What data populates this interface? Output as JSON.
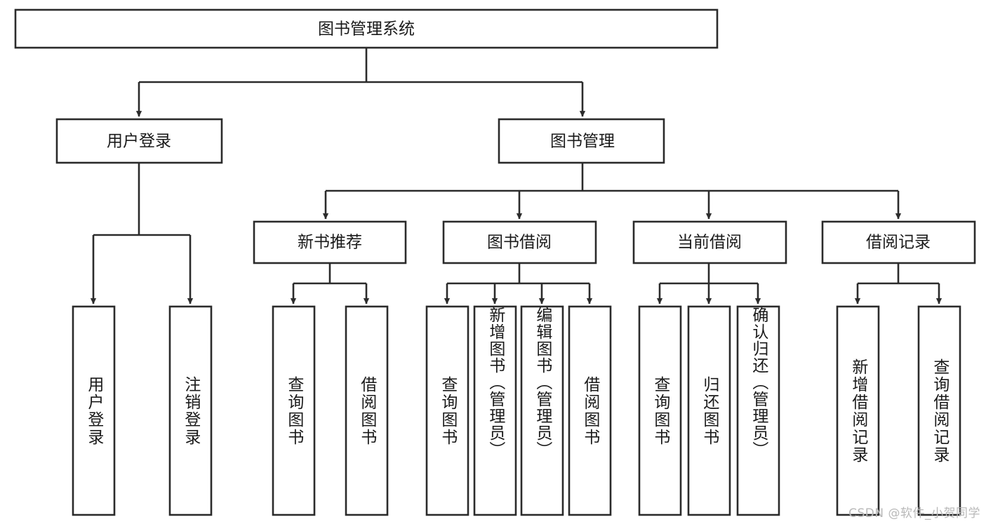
{
  "diagram": {
    "type": "tree",
    "title": "图书管理系统",
    "watermark": "CSDN @软件_小贺同学",
    "colors": {
      "box_fill": "#ffffff",
      "box_stroke": "#2b2b2b",
      "label": "#1a1a1a",
      "watermark": "#b9b9b9",
      "background": "#ffffff"
    },
    "nodes": {
      "root": {
        "label": "图书管理系统",
        "level": 0,
        "orientation": "horizontal"
      },
      "user_login": {
        "label": "用户登录",
        "level": 1,
        "orientation": "horizontal"
      },
      "book_manage": {
        "label": "图书管理",
        "level": 1,
        "orientation": "horizontal"
      },
      "new_book_rec": {
        "label": "新书推荐",
        "level": 2,
        "orientation": "horizontal"
      },
      "book_borrow": {
        "label": "图书借阅",
        "level": 2,
        "orientation": "horizontal"
      },
      "current_borrow": {
        "label": "当前借阅",
        "level": 2,
        "orientation": "horizontal"
      },
      "borrow_record": {
        "label": "借阅记录",
        "level": 2,
        "orientation": "horizontal"
      },
      "leaf_user_login": {
        "label": "用户登录",
        "level": 3,
        "orientation": "vertical"
      },
      "leaf_logout": {
        "label": "注销登录",
        "level": 3,
        "orientation": "vertical"
      },
      "leaf_query_book_1": {
        "label": "查询图书",
        "level": 3,
        "orientation": "vertical"
      },
      "leaf_borrow_book_1": {
        "label": "借阅图书",
        "level": 3,
        "orientation": "vertical"
      },
      "leaf_query_book_2": {
        "label": "查询图书",
        "level": 3,
        "orientation": "vertical"
      },
      "leaf_add_book": {
        "label": "新增图书（管理员）",
        "level": 3,
        "orientation": "vertical"
      },
      "leaf_edit_book": {
        "label": "编辑图书（管理员）",
        "level": 3,
        "orientation": "vertical"
      },
      "leaf_borrow_book_2": {
        "label": "借阅图书",
        "level": 3,
        "orientation": "vertical"
      },
      "leaf_query_book_3": {
        "label": "查询图书",
        "level": 3,
        "orientation": "vertical"
      },
      "leaf_return_book": {
        "label": "归还图书",
        "level": 3,
        "orientation": "vertical"
      },
      "leaf_confirm_return": {
        "label": "确认归还（管理员）",
        "level": 3,
        "orientation": "vertical"
      },
      "leaf_add_record": {
        "label": "新增借阅记录",
        "level": 3,
        "orientation": "vertical"
      },
      "leaf_query_record": {
        "label": "查询借阅记录",
        "level": 3,
        "orientation": "vertical"
      }
    },
    "edges": [
      {
        "from": "root",
        "to": "user_login"
      },
      {
        "from": "root",
        "to": "book_manage"
      },
      {
        "from": "book_manage",
        "to": "new_book_rec"
      },
      {
        "from": "book_manage",
        "to": "book_borrow"
      },
      {
        "from": "book_manage",
        "to": "current_borrow"
      },
      {
        "from": "book_manage",
        "to": "borrow_record"
      },
      {
        "from": "user_login",
        "to": "leaf_user_login"
      },
      {
        "from": "user_login",
        "to": "leaf_logout"
      },
      {
        "from": "new_book_rec",
        "to": "leaf_query_book_1"
      },
      {
        "from": "new_book_rec",
        "to": "leaf_borrow_book_1"
      },
      {
        "from": "book_borrow",
        "to": "leaf_query_book_2"
      },
      {
        "from": "book_borrow",
        "to": "leaf_add_book"
      },
      {
        "from": "book_borrow",
        "to": "leaf_edit_book"
      },
      {
        "from": "book_borrow",
        "to": "leaf_borrow_book_2"
      },
      {
        "from": "current_borrow",
        "to": "leaf_query_book_3"
      },
      {
        "from": "current_borrow",
        "to": "leaf_return_book"
      },
      {
        "from": "current_borrow",
        "to": "leaf_confirm_return"
      },
      {
        "from": "borrow_record",
        "to": "leaf_add_record"
      },
      {
        "from": "borrow_record",
        "to": "leaf_query_record"
      }
    ]
  }
}
